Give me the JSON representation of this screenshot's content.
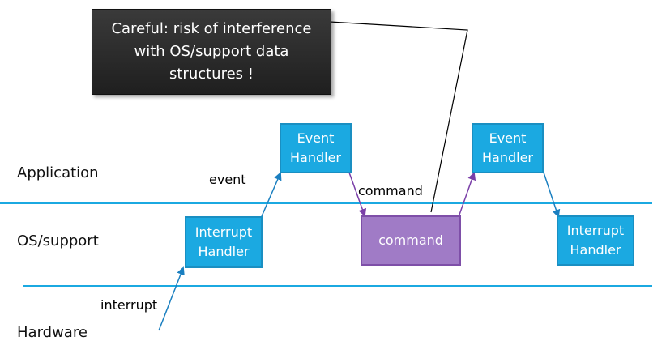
{
  "note": {
    "lines": [
      "Careful: risk of interference",
      "with OS/support data",
      "structures !"
    ]
  },
  "layers": {
    "application": "Application",
    "os_support": "OS/support",
    "hardware": "Hardware"
  },
  "boxes": {
    "event_handler_1": [
      "Event",
      "Handler"
    ],
    "event_handler_2": [
      "Event",
      "Handler"
    ],
    "interrupt_handler_1": [
      "Interrupt",
      "Handler"
    ],
    "interrupt_handler_2": [
      "Interrupt",
      "Handler"
    ],
    "command": "command"
  },
  "edge_labels": {
    "event": "event",
    "command": "command",
    "interrupt": "interrupt"
  },
  "colors": {
    "handler_fill": "#1ba9e1",
    "command_fill": "#a07bc6",
    "layer_line": "#1ba9e1",
    "arrow_blue": "#1a7fc0",
    "arrow_purple": "#7a3fa8"
  }
}
